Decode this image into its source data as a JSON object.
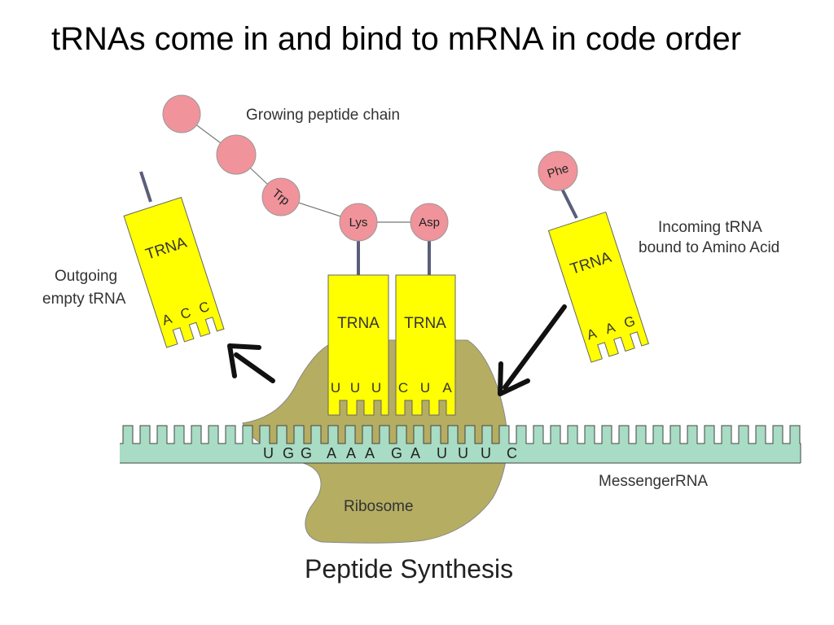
{
  "slide": {
    "title": "tRNAs come in and bind to mRNA in code order"
  },
  "diagram": {
    "caption": "Peptide Synthesis",
    "labels": {
      "growing_chain": "Growing peptide chain",
      "outgoing_1": "Outgoing",
      "outgoing_2": "empty tRNA",
      "incoming_1": "Incoming  tRNA",
      "incoming_2": "bound to Amino Acid",
      "ribosome": "Ribosome",
      "mrna": "MessengerRNA"
    },
    "mrna_sequence": [
      "U",
      "G",
      "G",
      "A",
      "A",
      "A",
      "G",
      "A",
      "U",
      "U",
      "U",
      "C"
    ],
    "amino_acids": {
      "trp": "Trp",
      "lys": "Lys",
      "asp": "Asp",
      "phe": "Phe"
    },
    "trnas": {
      "outgoing": {
        "label": "TRNA",
        "bases": [
          "A",
          "C",
          "C"
        ]
      },
      "left_bound": {
        "label": "TRNA",
        "bases": [
          "U",
          "U",
          "U"
        ]
      },
      "right_bound": {
        "label": "TRNA",
        "bases": [
          "C",
          "U",
          "A"
        ]
      },
      "incoming": {
        "label": "TRNA",
        "bases": [
          "A",
          "A",
          "G"
        ]
      }
    },
    "colors": {
      "trna": "#ffff00",
      "amino_acid": "#f0939a",
      "mrna": "#a8dcc4",
      "ribosome": "#b5ad62",
      "stem": "#5a5e7a"
    }
  }
}
